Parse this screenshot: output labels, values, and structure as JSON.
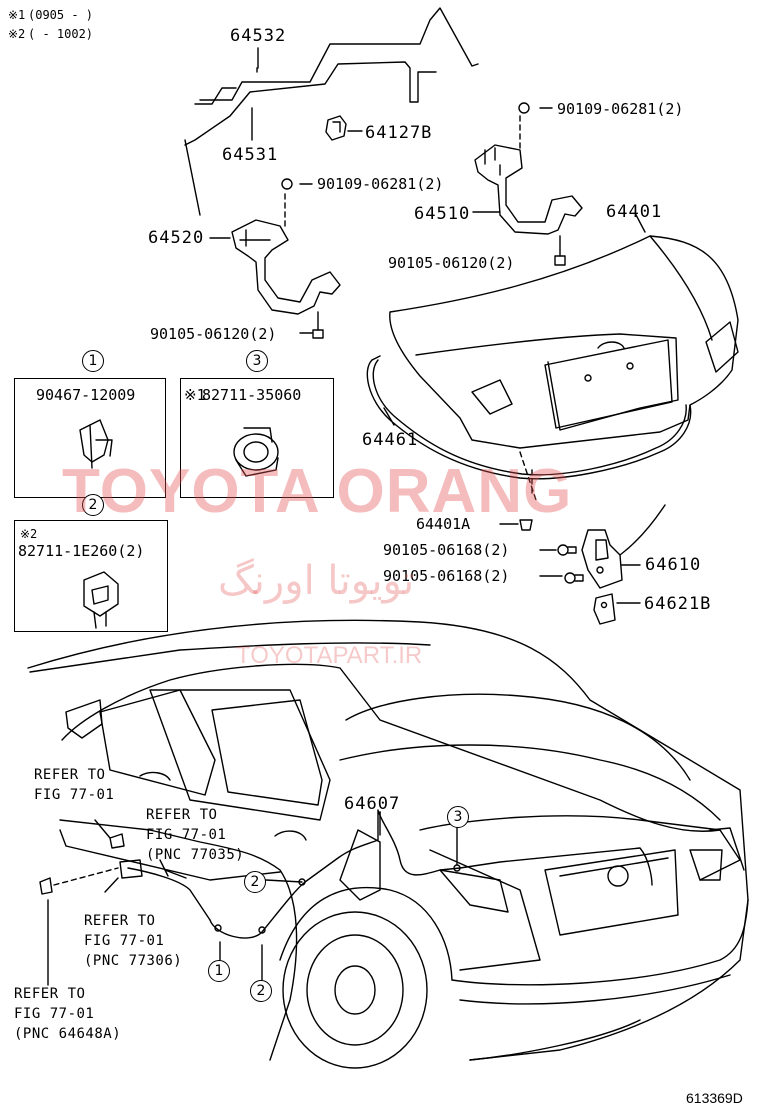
{
  "notes": {
    "note1_mark": "※1",
    "note1_range": "(0905 -     )",
    "note2_mark": "※2",
    "note2_range": "(     - 1002)"
  },
  "parts": {
    "p64532": "64532",
    "p64531": "64531",
    "p64127B": "64127B",
    "p90109_a": "90109-06281(2)",
    "p90109_b": "90109-06281(2)",
    "p64510": "64510",
    "p64401": "64401",
    "p64520": "64520",
    "p90105_a": "90105-06120(2)",
    "p90105_b": "90105-06120(2)",
    "p64461": "64461",
    "p64401A": "64401A",
    "p90105_06168_a": "90105-06168(2)",
    "p90105_06168_b": "90105-06168(2)",
    "p64610": "64610",
    "p64621B": "64621B",
    "p64607": "64607"
  },
  "boxes": {
    "box1": {
      "callout": "1",
      "part": "90467-12009"
    },
    "box3": {
      "callout": "3",
      "mark": "※1",
      "part": "82711-35060"
    },
    "box2": {
      "callout": "2",
      "mark": "※2",
      "part": "82711-1E260(2)"
    }
  },
  "callouts": {
    "c3_harness": "3",
    "c2_a": "2",
    "c1": "1",
    "c2_b": "2"
  },
  "references": {
    "ref1": {
      "line1": "REFER TO",
      "line2": "FIG 77-01"
    },
    "ref2": {
      "line1": "REFER TO",
      "line2": "FIG 77-01",
      "line3": "(PNC 77035)"
    },
    "ref3": {
      "line1": "REFER TO",
      "line2": "FIG 77-01",
      "line3": "(PNC 77306)"
    },
    "ref4": {
      "line1": "REFER TO",
      "line2": "FIG 77-01",
      "line3": "(PNC 64648A)"
    }
  },
  "watermarks": {
    "brand": "TOYOTA ORANG",
    "persian": "تویوتا اورنگ",
    "site": "TOYOTAPART.IR"
  },
  "figure_id": "613369D",
  "colors": {
    "watermark": "#e25050",
    "ink": "#000000"
  }
}
